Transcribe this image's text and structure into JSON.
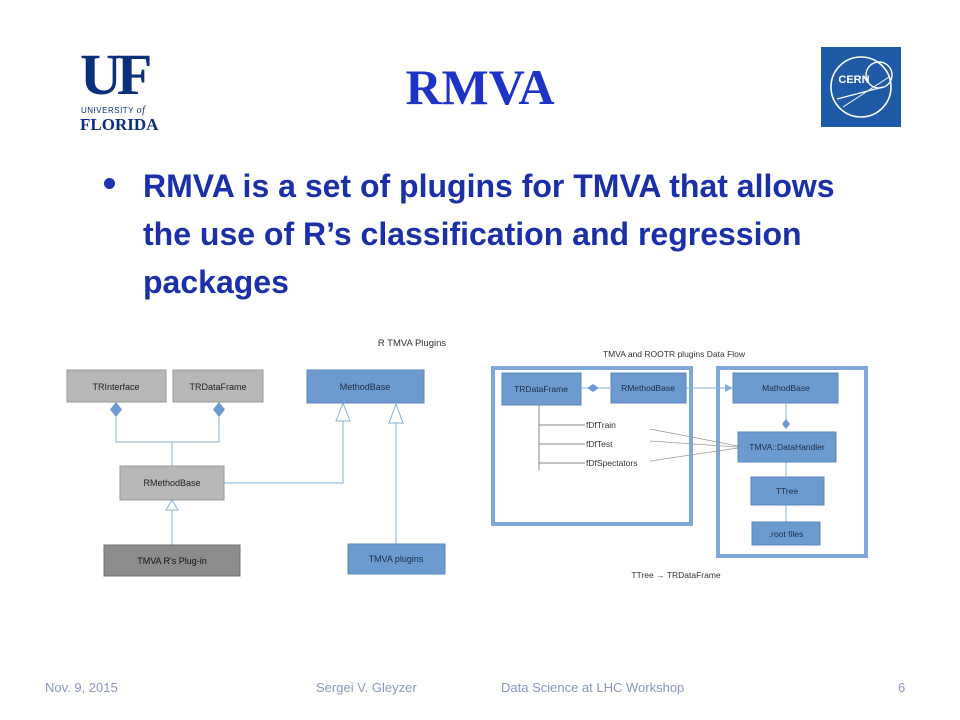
{
  "slide": {
    "title": "RMVA",
    "bullet": "RMVA is a set of plugins for TMVA that allows the use of R’s classification and regression packages"
  },
  "logos": {
    "uf_mark": "UF",
    "uf_university": "UNIVERSITY",
    "uf_of": "of",
    "uf_state": "FLORIDA",
    "cern": "CERN"
  },
  "diagram_left": {
    "title": "R TMVA Plugins",
    "boxes": {
      "trinterface": "TRInterface",
      "trdataframe": "TRDataFrame",
      "methodbase": "MethodBase",
      "rmethodbase": "RMethodBase",
      "plugin": "TMVA R's Plug-in",
      "tmva_plugins": "TMVA plugins"
    }
  },
  "diagram_right": {
    "title": "TMVA and ROOTR plugins Data Flow",
    "boxes": {
      "trdataframe": "TRDataFrame",
      "rmethodbase": "RMethodBase",
      "mathodbase": "MathodBase",
      "datahandler": "TMVA::DataHandler",
      "ttree": "TTree",
      "rootfiles": ".root files"
    },
    "members": [
      "fDfTrain",
      "fDfTest",
      "fDfSpectators"
    ],
    "caption": "TTree → TRDataFrame"
  },
  "footer": {
    "date": "Nov. 9, 2015",
    "author": "Sergei V. Gleyzer",
    "event": "Data Science at LHC Workshop",
    "page": "6"
  },
  "colors": {
    "title": "#1d33c8",
    "bullet": "#1a2fa8",
    "uf_blue": "#0b2f7a",
    "cern_blue": "#1f5aa6",
    "box_gray": "#b7b7b7",
    "box_dark_gray": "#8c8c8c",
    "box_blue": "#6d9bd0",
    "frame_blue": "#7fa7dc",
    "connector": "#8ab0d9"
  }
}
